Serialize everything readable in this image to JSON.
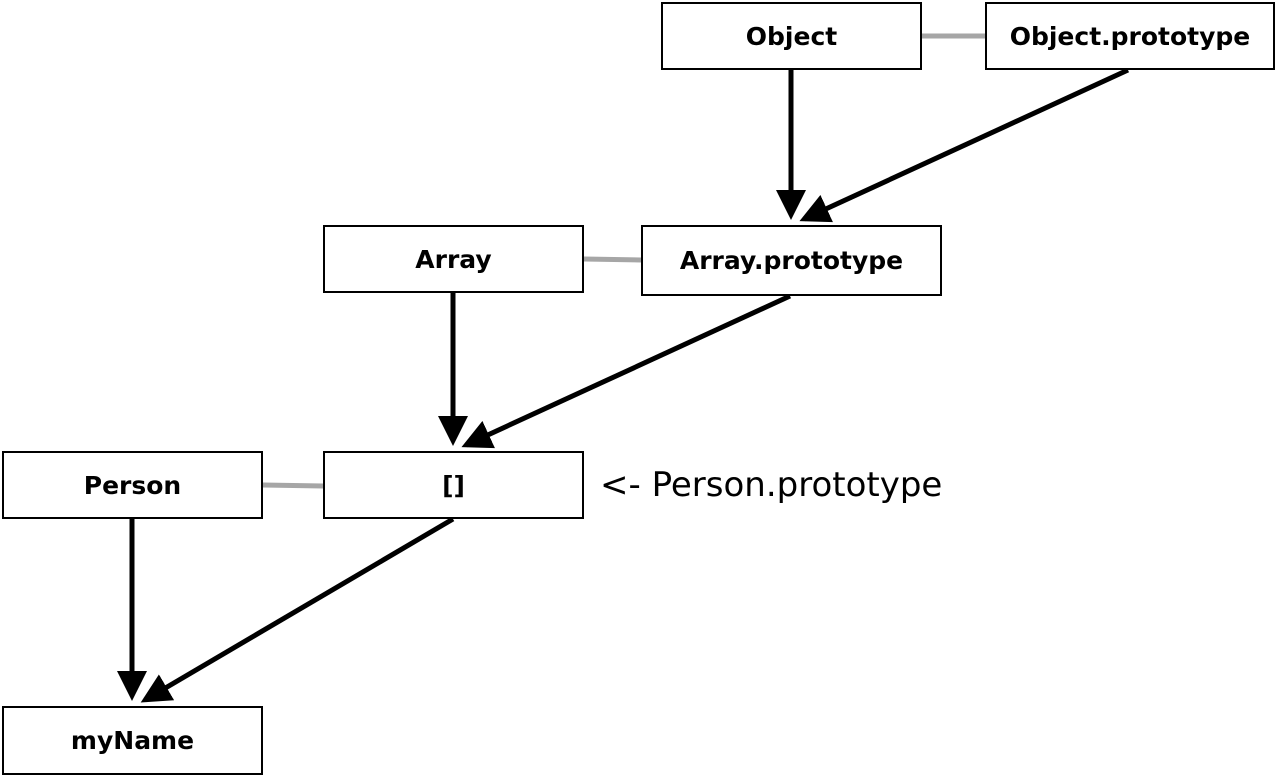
{
  "nodes": {
    "object": "Object",
    "object_prototype": "Object.prototype",
    "array": "Array",
    "array_prototype": "Array.prototype",
    "person": "Person",
    "empty_array": "[]",
    "my_name": "myName"
  },
  "annotation": "<- Person.prototype",
  "colors": {
    "box_border": "#000000",
    "arrow": "#000000",
    "prototype_link": "#a6a6a6",
    "background": "#ffffff"
  }
}
